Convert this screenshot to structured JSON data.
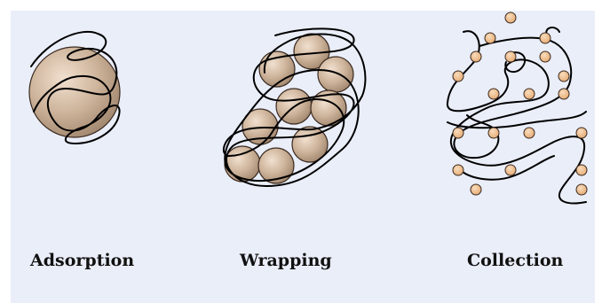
{
  "colors": {
    "background": "#eaeef9",
    "particle_light": "#f1e0cf",
    "particle_dark": "#a1866e",
    "small_particle": "#f3c79a",
    "polymer_line": "#000000"
  },
  "panels": [
    {
      "label": "Adsorption"
    },
    {
      "label": "Wrapping"
    },
    {
      "label": "Collection"
    }
  ]
}
